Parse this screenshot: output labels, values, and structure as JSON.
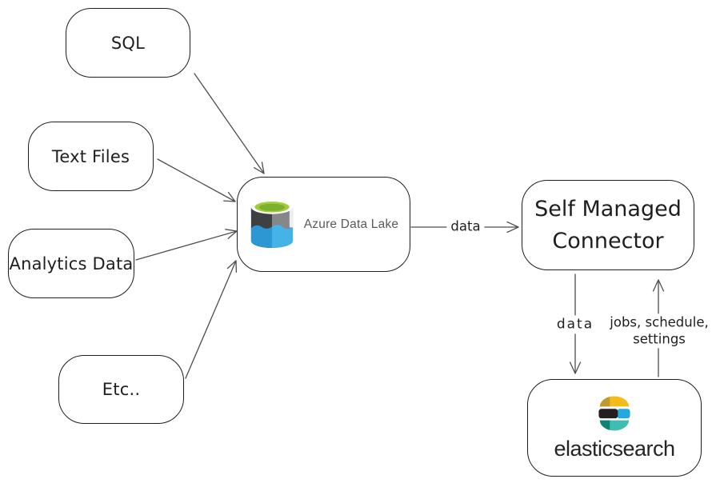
{
  "diagram": {
    "nodes": {
      "sql": {
        "label": "SQL"
      },
      "text_files": {
        "label": "Text Files"
      },
      "analytics_data": {
        "label": "Analytics Data"
      },
      "etc": {
        "label": "Etc.."
      },
      "azure_data_lake": {
        "label": "Azure Data Lake"
      },
      "self_managed_connector": {
        "line1": "Self Managed",
        "line2": "Connector"
      },
      "elasticsearch": {
        "label": "elasticsearch"
      }
    },
    "edge_labels": {
      "azure_to_connector": "data",
      "connector_to_elasticsearch": "data",
      "elasticsearch_to_connector_line1": "jobs, schedule,",
      "elasticsearch_to_connector_line2": "settings"
    },
    "colors": {
      "box_stroke": "#1e1e1e",
      "arrow_stroke": "#4e4e4e",
      "azure_label_text": "#5a5a5a",
      "azure_green_outer": "#a2ce3b",
      "azure_green_inner": "#7cb02e",
      "azure_gray_left": "#3e4042",
      "azure_gray_right": "#85878a",
      "azure_blue_left": "#2d97d3",
      "azure_blue_right": "#45b3e7",
      "elastic_yellow": "#f2bd1b",
      "elastic_dark_yellow": "#c1992f",
      "elastic_black": "#231f20",
      "elastic_blue": "#21aadf",
      "elastic_teal": "#3ebeb0",
      "elastic_dark_teal": "#0c8377",
      "elastic_text": "#242424"
    }
  }
}
